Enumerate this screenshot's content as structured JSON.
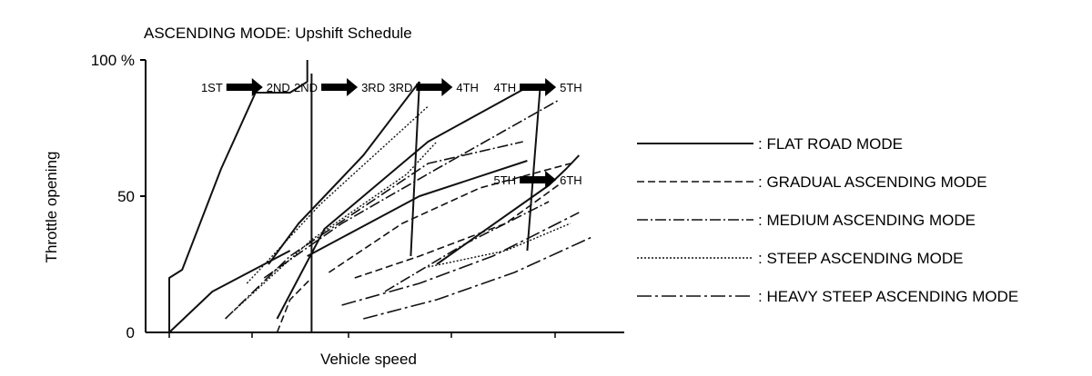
{
  "chart_data": {
    "type": "line",
    "title": "ASCENDING MODE: Upshift Schedule",
    "xlabel": "Vehicle speed",
    "ylabel": "Throttle opening",
    "xlim": [
      0,
      100
    ],
    "ylim": [
      0,
      100
    ],
    "y_ticks": [
      {
        "value": 100,
        "label": "100 %"
      },
      {
        "value": 50,
        "label": "50"
      },
      {
        "value": 0,
        "label": "0"
      }
    ],
    "x_tick_labels": false,
    "grid": false,
    "legend_position": "right",
    "gear_shifts": [
      {
        "from": "1ST",
        "to": "2ND"
      },
      {
        "from": "2ND",
        "to": "3RD"
      },
      {
        "from": "3RD",
        "to": "4TH"
      },
      {
        "from": "4TH",
        "to": "5TH"
      },
      {
        "from": "5TH",
        "to": "6TH"
      }
    ],
    "series": [
      {
        "name": ": FLAT ROAD MODE",
        "style": "solid"
      },
      {
        "name": ": GRADUAL ASCENDING MODE",
        "style": "dashed"
      },
      {
        "name": ": MEDIUM ASCENDING MODE",
        "style": "dashdot"
      },
      {
        "name": ": STEEP ASCENDING MODE",
        "style": "dotted"
      },
      {
        "name": ": HEAVY STEEP ASCENDING MODE",
        "style": "longdash"
      }
    ],
    "curves": [
      {
        "series": 0,
        "points": [
          [
            0,
            0
          ],
          [
            0,
            20
          ],
          [
            3,
            23
          ],
          [
            12,
            60
          ],
          [
            20,
            88
          ],
          [
            28,
            88
          ],
          [
            32,
            92
          ],
          [
            32,
            100
          ]
        ]
      },
      {
        "series": 0,
        "points": [
          [
            23,
            25
          ],
          [
            30,
            40
          ],
          [
            45,
            65
          ],
          [
            58,
            92
          ]
        ]
      },
      {
        "series": 0,
        "points": [
          [
            25,
            5
          ],
          [
            36,
            38
          ],
          [
            60,
            70
          ],
          [
            83,
            90
          ]
        ]
      },
      {
        "series": 0,
        "points": [
          [
            32,
            28
          ],
          [
            58,
            50
          ],
          [
            83,
            63
          ]
        ]
      },
      {
        "series": 0,
        "points": [
          [
            62,
            25
          ],
          [
            88,
            54
          ],
          [
            92,
            60
          ],
          [
            95,
            65
          ]
        ]
      },
      {
        "series": 0,
        "points": [
          [
            33,
            0
          ],
          [
            33,
            95
          ]
        ]
      },
      {
        "series": 0,
        "points": [
          [
            56,
            28
          ],
          [
            58,
            92
          ]
        ]
      },
      {
        "series": 0,
        "points": [
          [
            83,
            30
          ],
          [
            86,
            90
          ]
        ]
      },
      {
        "series": 0,
        "points": [
          [
            0,
            0
          ],
          [
            10,
            15
          ],
          [
            28,
            30
          ]
        ]
      },
      {
        "series": 1,
        "points": [
          [
            37,
            22
          ],
          [
            54,
            40
          ],
          [
            72,
            53
          ],
          [
            93,
            62
          ]
        ]
      },
      {
        "series": 1,
        "points": [
          [
            43,
            20
          ],
          [
            58,
            28
          ],
          [
            78,
            40
          ],
          [
            91,
            55
          ]
        ]
      },
      {
        "series": 1,
        "points": [
          [
            25,
            0
          ],
          [
            28,
            12
          ],
          [
            33,
            20
          ]
        ]
      },
      {
        "series": 2,
        "points": [
          [
            13,
            5
          ],
          [
            28,
            28
          ],
          [
            60,
            62
          ],
          [
            82,
            70
          ]
        ]
      },
      {
        "series": 2,
        "points": [
          [
            22,
            20
          ],
          [
            40,
            40
          ],
          [
            62,
            60
          ],
          [
            90,
            85
          ]
        ]
      },
      {
        "series": 2,
        "points": [
          [
            50,
            15
          ],
          [
            68,
            32
          ],
          [
            88,
            48
          ]
        ]
      },
      {
        "series": 3,
        "points": [
          [
            18,
            18
          ],
          [
            35,
            47
          ],
          [
            60,
            83
          ]
        ]
      },
      {
        "series": 3,
        "points": [
          [
            15,
            8
          ],
          [
            33,
            34
          ],
          [
            55,
            58
          ],
          [
            62,
            70
          ]
        ]
      },
      {
        "series": 3,
        "points": [
          [
            60,
            24
          ],
          [
            78,
            30
          ],
          [
            93,
            40
          ]
        ]
      },
      {
        "series": 4,
        "points": [
          [
            40,
            10
          ],
          [
            58,
            18
          ],
          [
            75,
            28
          ],
          [
            95,
            44
          ]
        ]
      },
      {
        "series": 4,
        "points": [
          [
            45,
            5
          ],
          [
            62,
            12
          ],
          [
            80,
            22
          ],
          [
            98,
            35
          ]
        ]
      }
    ]
  }
}
